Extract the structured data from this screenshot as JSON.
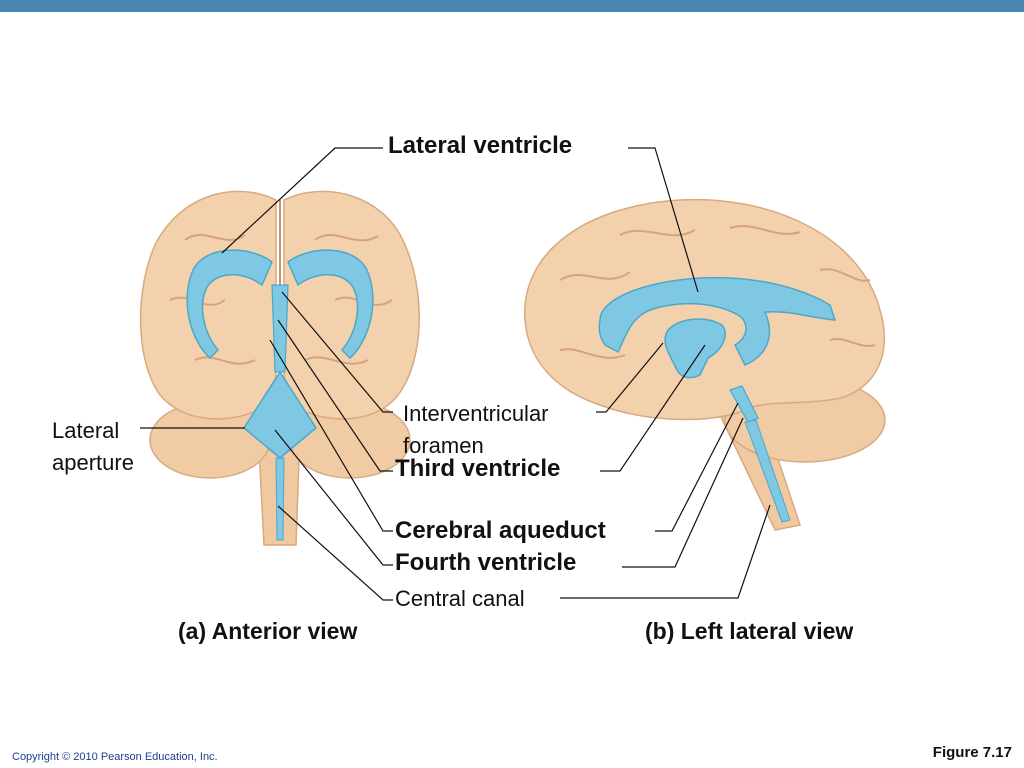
{
  "labels": {
    "lateral_ventricle": "Lateral ventricle",
    "interventricular_line1": "Interventricular",
    "interventricular_line2": "foramen",
    "third_ventricle": "Third ventricle",
    "cerebral_aqueduct": "Cerebral aqueduct",
    "fourth_ventricle": "Fourth ventricle",
    "central_canal": "Central canal",
    "lateral_aperture_line1": "Lateral",
    "lateral_aperture_line2": "aperture"
  },
  "captions": {
    "anterior": "(a) Anterior view",
    "lateral": "(b) Left lateral view"
  },
  "footer": {
    "copyright": "Copyright © 2010 Pearson Education, Inc.",
    "figure_number": "Figure 7.17"
  },
  "colors": {
    "top_bar": "#4a86b4",
    "brain_tissue": "#f2cfaa",
    "brain_outline": "#d9a980",
    "ventricle": "#7ec8e3",
    "ventricle_outline": "#4fa6c9",
    "leader_line": "#111111"
  }
}
